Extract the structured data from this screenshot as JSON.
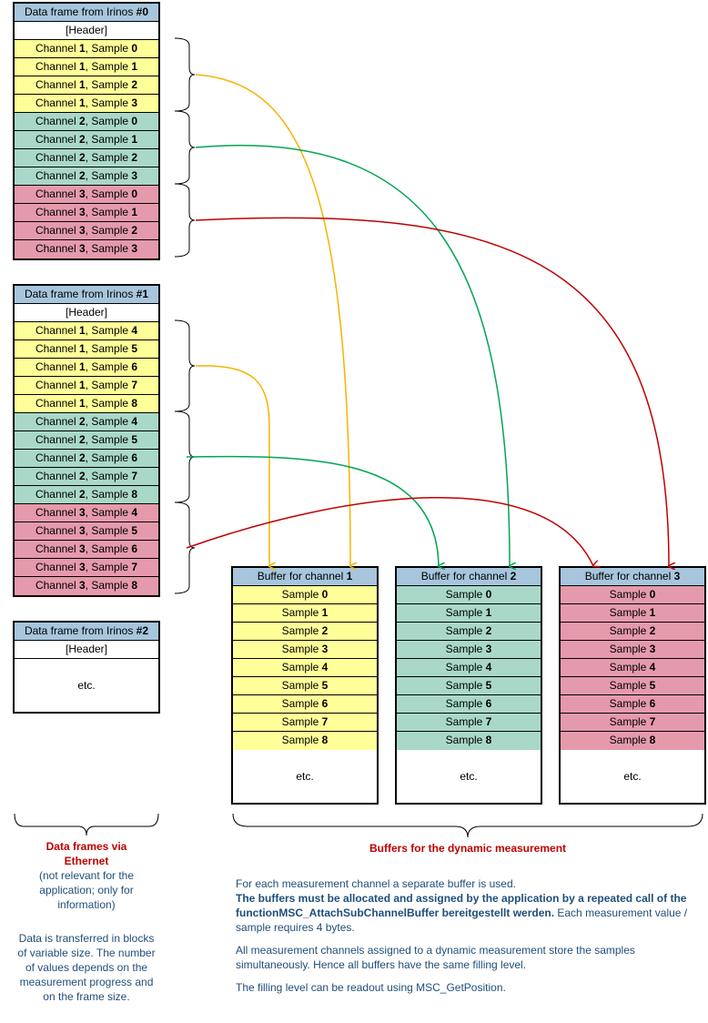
{
  "colors": {
    "ch1": "#ffff99",
    "ch2": "#a9d8c8",
    "ch3": "#e59aab",
    "header": "#a7c6dd",
    "arrow_ch1": "#f4b400",
    "arrow_ch2": "#00a651",
    "arrow_ch3": "#c00000"
  },
  "frames": [
    {
      "title": "Data frame from Irinos ",
      "num": "#0",
      "header": "[Header]",
      "rows": [
        {
          "ch": "1",
          "s": "0"
        },
        {
          "ch": "1",
          "s": "1"
        },
        {
          "ch": "1",
          "s": "2"
        },
        {
          "ch": "1",
          "s": "3"
        },
        {
          "ch": "2",
          "s": "0"
        },
        {
          "ch": "2",
          "s": "1"
        },
        {
          "ch": "2",
          "s": "2"
        },
        {
          "ch": "2",
          "s": "3"
        },
        {
          "ch": "3",
          "s": "0"
        },
        {
          "ch": "3",
          "s": "1"
        },
        {
          "ch": "3",
          "s": "2"
        },
        {
          "ch": "3",
          "s": "3"
        }
      ]
    },
    {
      "title": "Data frame from Irinos ",
      "num": "#1",
      "header": "[Header]",
      "rows": [
        {
          "ch": "1",
          "s": "4"
        },
        {
          "ch": "1",
          "s": "5"
        },
        {
          "ch": "1",
          "s": "6"
        },
        {
          "ch": "1",
          "s": "7"
        },
        {
          "ch": "1",
          "s": "8"
        },
        {
          "ch": "2",
          "s": "4"
        },
        {
          "ch": "2",
          "s": "5"
        },
        {
          "ch": "2",
          "s": "6"
        },
        {
          "ch": "2",
          "s": "7"
        },
        {
          "ch": "2",
          "s": "8"
        },
        {
          "ch": "3",
          "s": "4"
        },
        {
          "ch": "3",
          "s": "5"
        },
        {
          "ch": "3",
          "s": "6"
        },
        {
          "ch": "3",
          "s": "7"
        },
        {
          "ch": "3",
          "s": "8"
        }
      ]
    },
    {
      "title": "Data frame from Irinos ",
      "num": "#2",
      "header": "[Header]",
      "etc": "etc.",
      "rows": []
    }
  ],
  "channel_label": "Channel ",
  "sample_label": "Sample ",
  "buffers": [
    {
      "title": "Buffer for channel ",
      "ch": "1",
      "samples": [
        "0",
        "1",
        "2",
        "3",
        "4",
        "5",
        "6",
        "7",
        "8"
      ],
      "etc": "etc."
    },
    {
      "title": "Buffer for channel ",
      "ch": "2",
      "samples": [
        "0",
        "1",
        "2",
        "3",
        "4",
        "5",
        "6",
        "7",
        "8"
      ],
      "etc": "etc."
    },
    {
      "title": "Buffer for channel ",
      "ch": "3",
      "samples": [
        "0",
        "1",
        "2",
        "3",
        "4",
        "5",
        "6",
        "7",
        "8"
      ],
      "etc": "etc."
    }
  ],
  "left_caption": {
    "title": "Data frames via Ethernet",
    "note": "(not relevant for the application; only for information)",
    "detail": "Data is transferred in blocks of variable size. The number of values depends on the measurement progress and on the frame size."
  },
  "right_caption": {
    "title": "Buffers for the dynamic measurement"
  },
  "description": {
    "p1_a": "For each measurement channel a separate buffer is used.",
    "p1_b": "The buffers must be allocated and assigned by the application by a repeated call of the functionMSC_AttachSubChannelBuffer bereitgestellt werden.",
    "p1_c": " Each measurement value / sample requires 4 bytes.",
    "p2": "All measurement channels assigned to a dynamic measurement store the samples simultaneously. Hence all buffers have the same filling level.",
    "p3": "The filling level can be readout using MSC_GetPosition."
  }
}
